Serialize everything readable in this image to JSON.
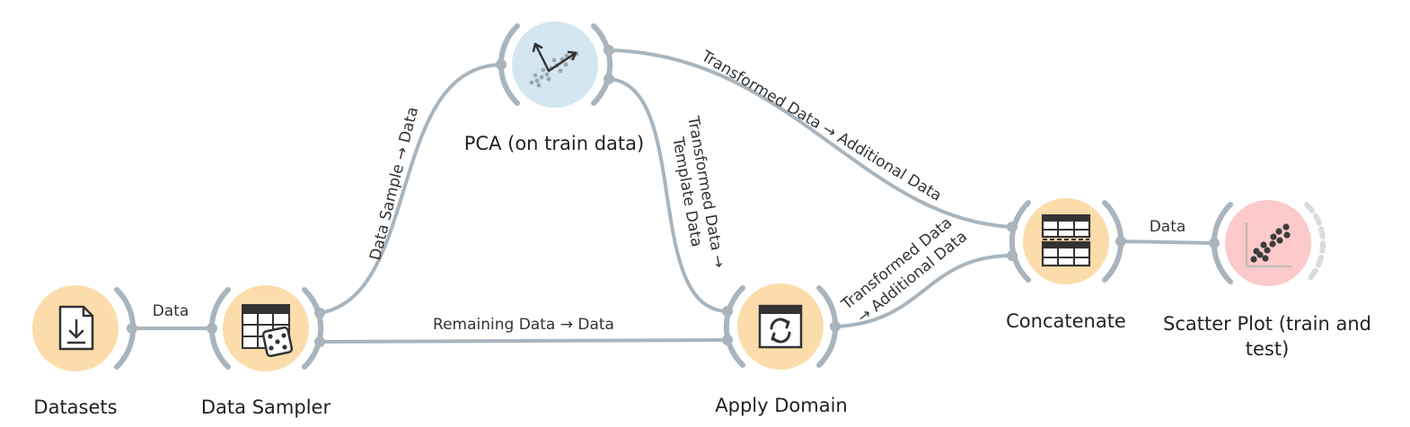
{
  "nodes": {
    "datasets": {
      "label": "Datasets",
      "icon": "file-download-icon",
      "color": "#fbdcaa"
    },
    "data_sampler": {
      "label": "Data Sampler",
      "icon": "table-dice-icon",
      "color": "#fbdcaa"
    },
    "pca": {
      "label": "PCA (on train data)",
      "icon": "pca-scatter-icon",
      "color": "#d3e6f2"
    },
    "apply_domain": {
      "label": "Apply Domain",
      "icon": "refresh-window-icon",
      "color": "#fbdcaa"
    },
    "concatenate": {
      "label": "Concatenate",
      "icon": "concatenate-table-icon",
      "color": "#fbdcaa"
    },
    "scatter_plot": {
      "label_line1": "Scatter Plot (train and",
      "label_line2": "test)",
      "icon": "scatter-plot-icon",
      "color": "#fccaca"
    }
  },
  "links": {
    "datasets_to_sampler": "Data",
    "sampler_to_pca": "Data Sample → Data",
    "sampler_to_apply": "Remaining Data → Data",
    "pca_to_apply_line1": "Transformed Data →",
    "pca_to_apply_line2": "Template Data",
    "pca_to_concat": "Transformed Data → Additional Data",
    "apply_to_concat_line1": "Transformed Data",
    "apply_to_concat_line2": "→ Additional Data",
    "concat_to_scatter": "Data"
  },
  "colors": {
    "link": "#a9b4bd",
    "orange_node": "#fbdcaa",
    "blue_node": "#d3e6f2",
    "red_node": "#fccaca"
  }
}
